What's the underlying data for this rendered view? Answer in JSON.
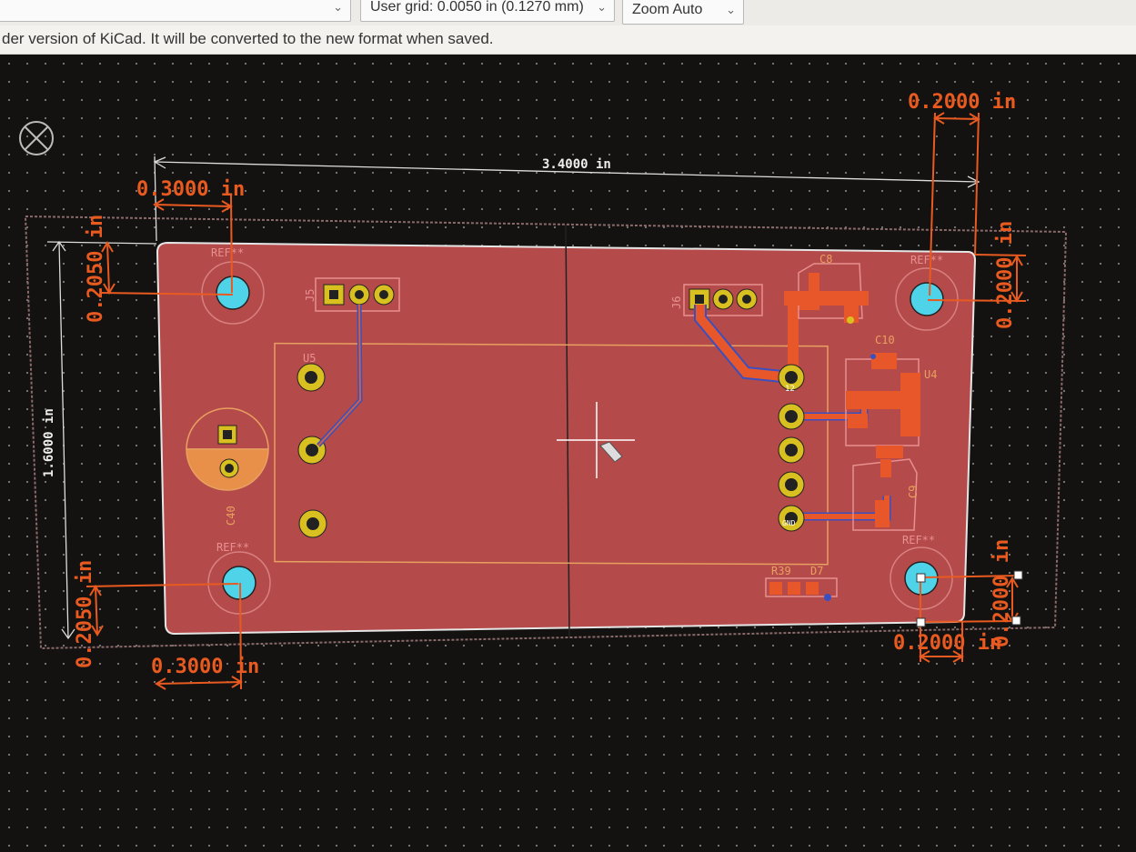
{
  "toolbar": {
    "grid_select": "User grid: 0.0050 in (0.1270 mm)",
    "zoom_select": "Zoom Auto"
  },
  "banner": {
    "message": "der version of KiCad. It will be converted to the new format when saved."
  },
  "dimensions": {
    "board_width": "3.4000 in",
    "board_height": "1.6000 in",
    "top_left_horizontal": "0.3000 in",
    "top_left_vertical": "0.2050 in",
    "bottom_left_horizontal": "0.3000 in",
    "bottom_left_vertical": "0.2050 in",
    "top_right_horizontal": "0.2000 in",
    "top_right_vertical": "0.2000 in",
    "bottom_right_horizontal": "0.2000 in",
    "bottom_right_vertical": "0.2000 in"
  },
  "footprints": {
    "j5": "J5",
    "j6": "J6",
    "u5": "U5",
    "u4": "U4",
    "c8": "C8",
    "c9": "C9",
    "c10": "C10",
    "c40": "C40",
    "r39": "R39",
    "d7": "D7",
    "ref": "REF**",
    "gnd": "GND",
    "pad_12": "12"
  },
  "colors": {
    "board": "#b54a4a",
    "copper": "#e8572a",
    "dimension": "#e85a20",
    "hole": "#4fd3e8",
    "pad": "#d8c020"
  }
}
